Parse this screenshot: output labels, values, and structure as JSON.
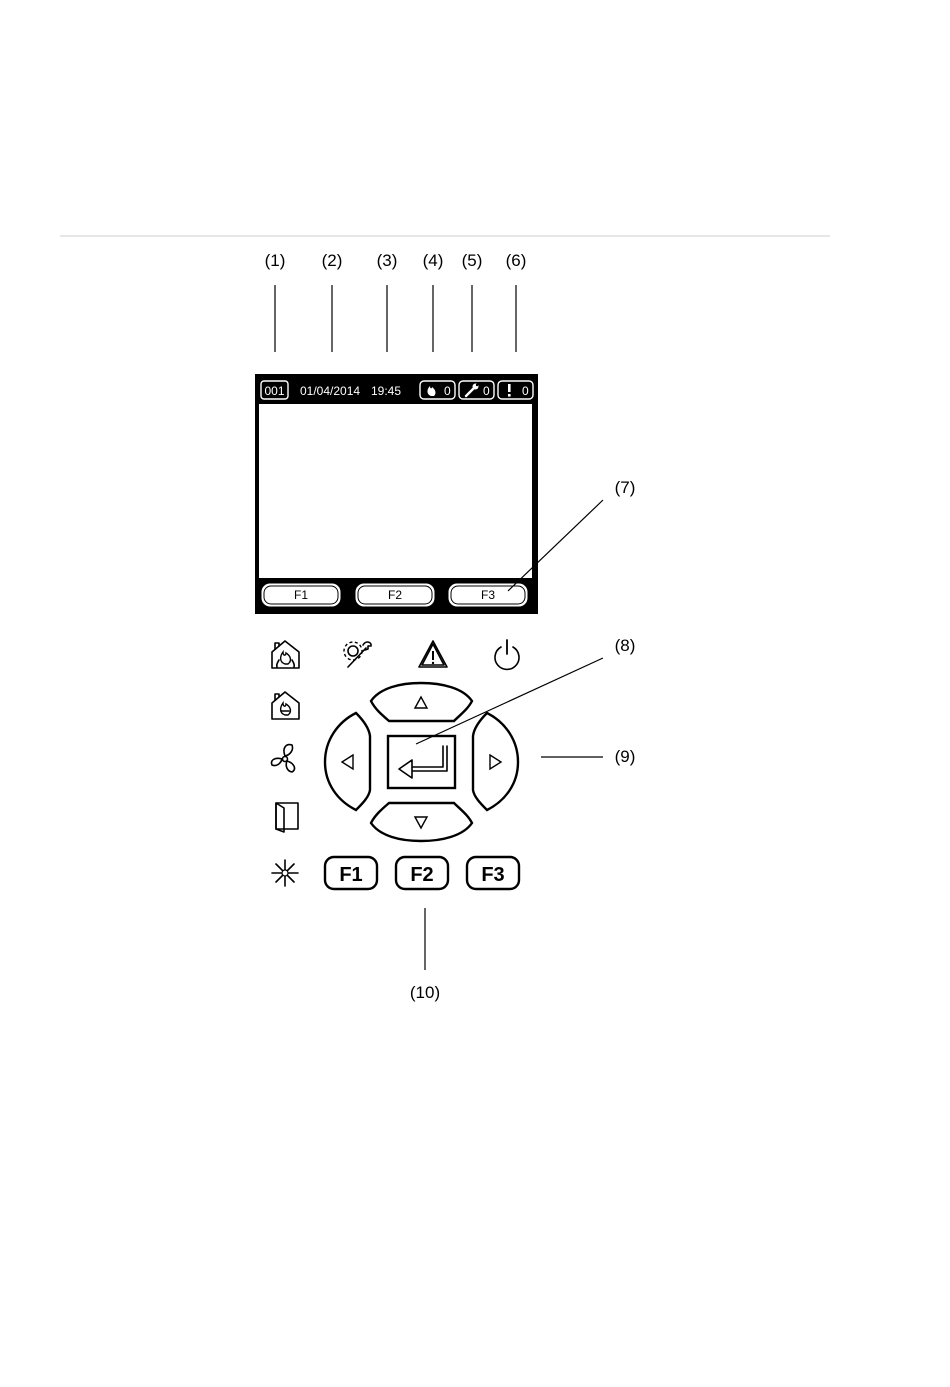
{
  "callouts": {
    "c1": "(1)",
    "c2": "(2)",
    "c3": "(3)",
    "c4": "(4)",
    "c5": "(5)",
    "c6": "(6)",
    "c7": "(7)",
    "c8": "(8)",
    "c9": "(9)",
    "c10": "(10)"
  },
  "lcd": {
    "panel_number": "001",
    "date": "01/04/2014",
    "time": "19:45",
    "fire_count": "0",
    "fault_count": "0",
    "warning_count": "0",
    "softkeys": [
      "F1",
      "F2",
      "F3"
    ]
  },
  "keypad": {
    "function_keys": [
      "F1",
      "F2",
      "F3"
    ]
  },
  "icons": {
    "fire_alarm": "fire-house-icon",
    "fire_alarm_outputs": "fire-outputs-house-icon",
    "fire_protection": "fan-icon",
    "door": "door-icon",
    "test": "test-sparkle-icon",
    "fault": "wrench-gear-icon",
    "warning": "warning-triangle-icon",
    "power": "power-icon",
    "enter": "enter-arrow-icon"
  }
}
